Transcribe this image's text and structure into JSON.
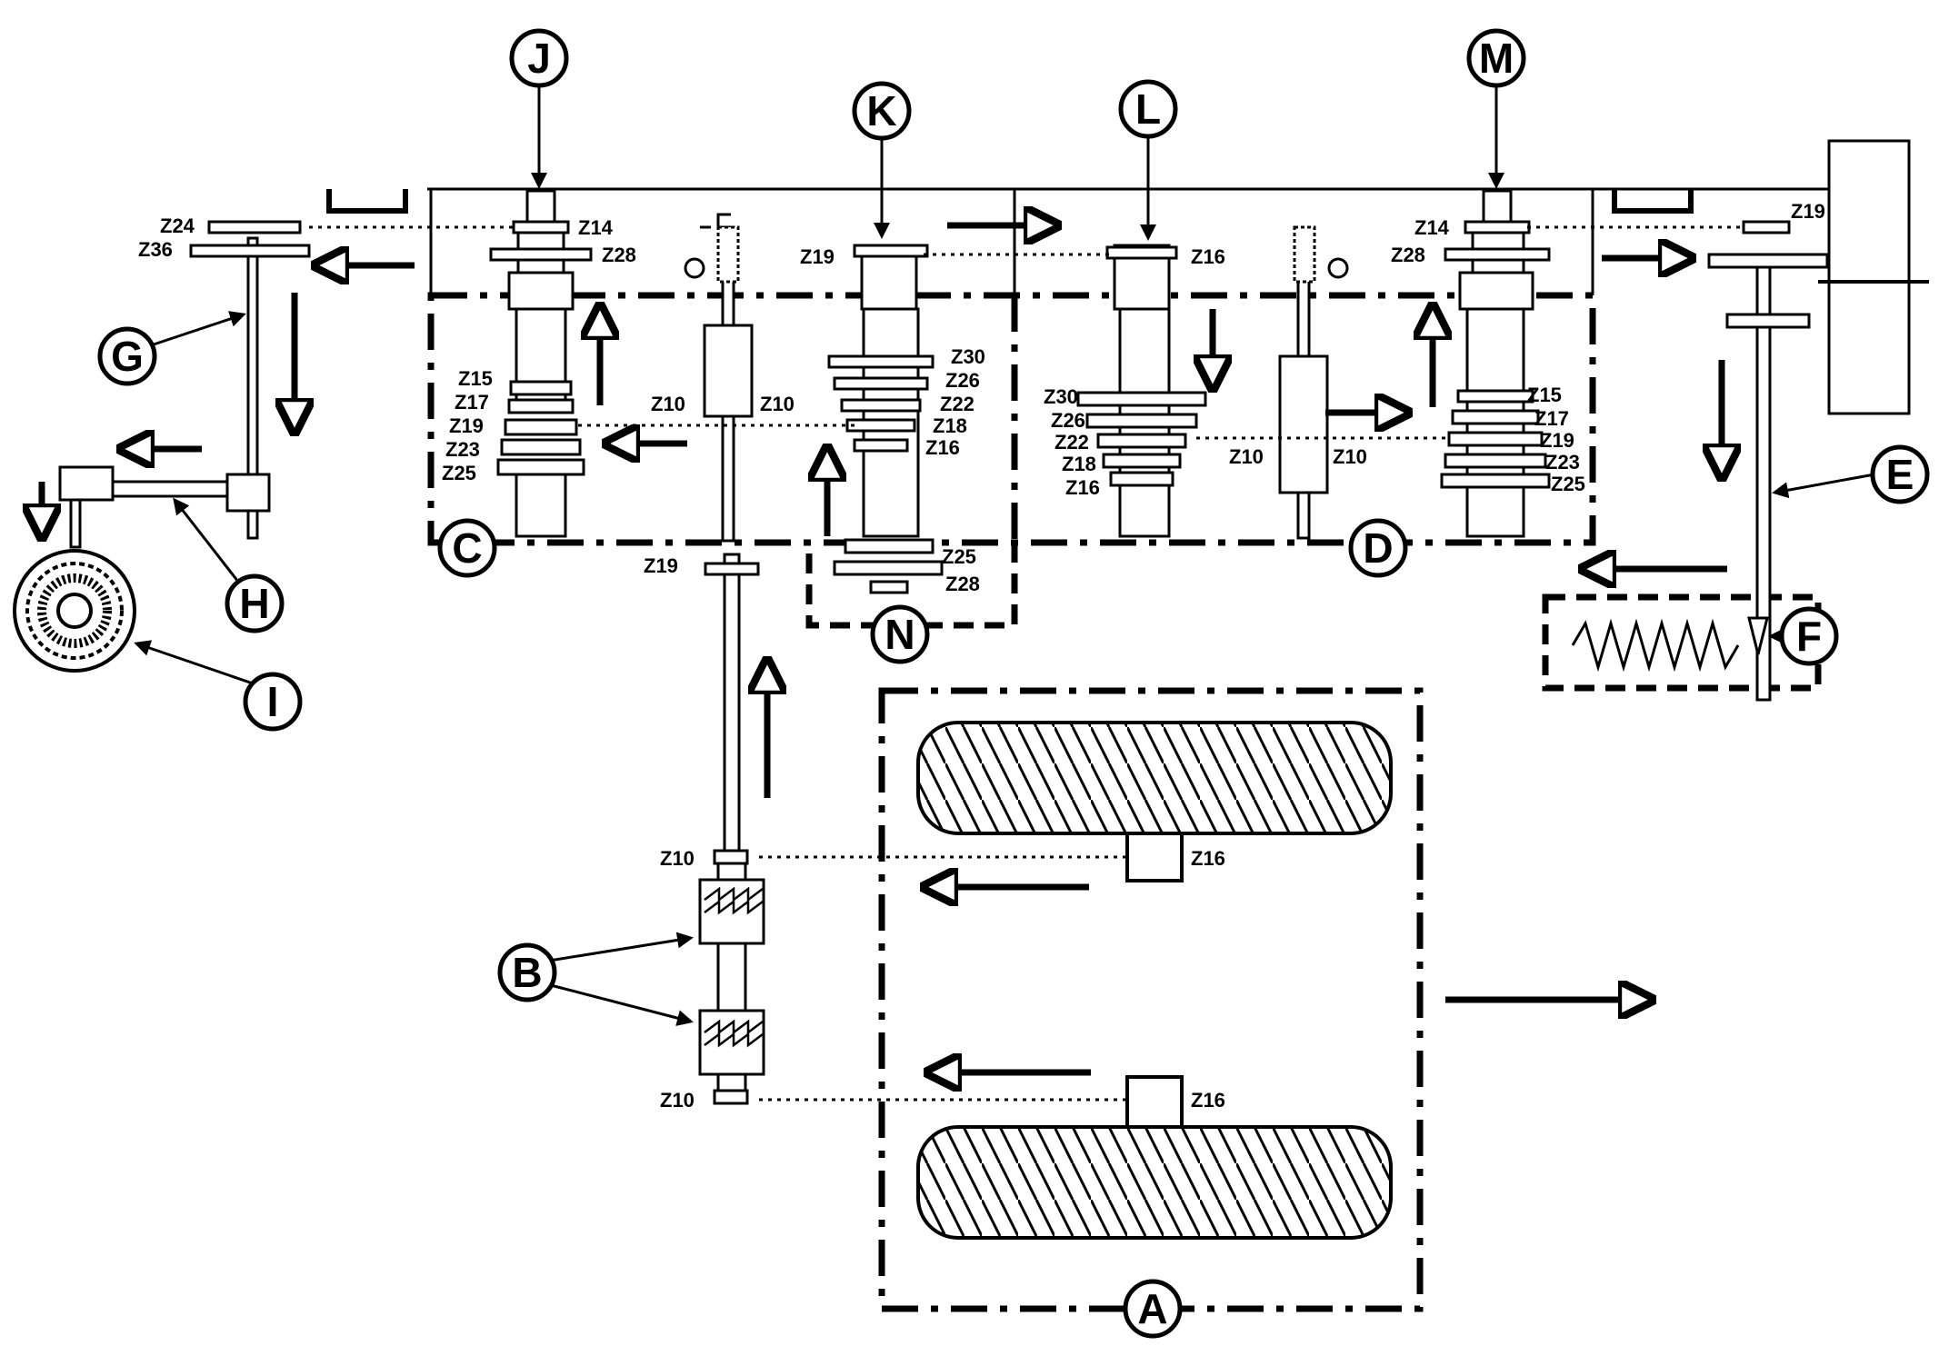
{
  "callouts": [
    "A",
    "B",
    "C",
    "D",
    "E",
    "F",
    "G",
    "H",
    "I",
    "J",
    "K",
    "L",
    "M",
    "N"
  ],
  "teeth": {
    "g_z24": "Z24",
    "g_z36": "Z36",
    "j_z14": "Z14",
    "j_z28": "Z28",
    "c_z15": "Z15",
    "c_z17": "Z17",
    "c_z19": "Z19",
    "c_z23": "Z23",
    "c_z25": "Z25",
    "c_z10a": "Z10",
    "c_z10b": "Z10",
    "k_z19": "Z19",
    "k_z30": "Z30",
    "k_z26": "Z26",
    "k_z22": "Z22",
    "k_z18": "Z18",
    "k_z16": "Z16",
    "n_z25": "Z25",
    "n_z28": "Z28",
    "n_z19": "Z19",
    "l_z16": "Z16",
    "l_z30": "Z30",
    "l_z26": "Z26",
    "l_z22": "Z22",
    "l_z18": "Z18",
    "l_z16b": "Z16",
    "d_z10a": "Z10",
    "d_z10b": "Z10",
    "m_z14": "Z14",
    "m_z28": "Z28",
    "m_z15": "Z15",
    "m_z17": "Z17",
    "m_z19": "Z19",
    "m_z23": "Z23",
    "m_z25": "Z25",
    "e_z19": "Z19",
    "b_z10a": "Z10",
    "b_z10b": "Z10",
    "a_z16a": "Z16",
    "a_z16b": "Z16"
  },
  "colors": {
    "ink": "#000000",
    "paper": "#ffffff",
    "shade": "#f2f2f2"
  }
}
